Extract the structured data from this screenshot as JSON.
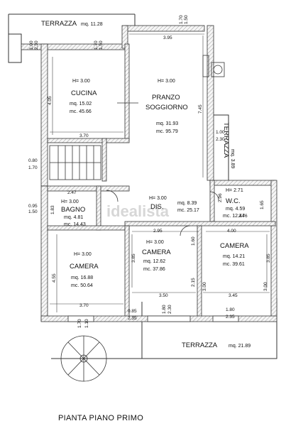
{
  "caption": "PIANTA PIANO PRIMO",
  "watermark": "idealista",
  "rooms": {
    "terrazza_top": {
      "name": "TERRAZZA",
      "area": "mq. 11.28"
    },
    "cucina": {
      "height": "H= 3.00",
      "name": "CUCINA",
      "area": "mq. 15.02",
      "volume": "mc. 45.66"
    },
    "pranzo": {
      "height": "H= 3.00",
      "name1": "PRANZO",
      "name2": "SOGGIORNO",
      "area": "mq. 31.93",
      "volume": "mc. 95.79"
    },
    "terrazza_right": {
      "name": "TERRAZZA",
      "area": "mq. 3.89"
    },
    "bagno": {
      "height": "H= 3.00",
      "name": "BAGNO",
      "area": "mq. 4.81",
      "volume": "mc. 14.43"
    },
    "dis": {
      "height": "H= 3.00",
      "name": "DIS.",
      "area": "mq. 8.39",
      "volume": "mc. 25.17"
    },
    "wc": {
      "height": "H= 2.71",
      "name": "W.C.",
      "area": "mq. 4.59",
      "volume": "mc. 12.44"
    },
    "camera_left": {
      "height": "H= 3.00",
      "name": "CAMERA",
      "area": "mq. 16.88",
      "volume": "mc. 50.64"
    },
    "camera_mid": {
      "height": "H= 3.00",
      "name": "CAMERA",
      "area": "mq. 12.62",
      "volume": "mc. 37.86"
    },
    "camera_right": {
      "name": "CAMERA",
      "area": "mq. 14.21",
      "volume": "mc. 39.61"
    },
    "terrazza_bottom": {
      "name": "TERRAZZA",
      "area": "mq. 21.89"
    }
  },
  "dims": {
    "d_2_30a": "2.30",
    "d_1_00a": "1.00",
    "d_1_70a": "1.70",
    "d_1_50a": "1.50",
    "d_1_70b": "1.70",
    "d_1_50b": "1.50",
    "d_3_95": "3.95",
    "d_4_05": "4.05",
    "d_7_45": "7.45",
    "d_3_70a": "3.70",
    "d_1_00b": "1.00",
    "d_2_30b": "2.30",
    "d_0_80": "0.80",
    "d_1_70c": "1.70",
    "d_2_47": "2.47",
    "d_2_96": "2.96",
    "d_1_65": "1.65",
    "d_0_95": "0.95",
    "d_1_50c": "1.50",
    "d_1_83": "1.83",
    "d_2_95": "2.95",
    "d_4_00": "4.00",
    "d_2_76": "2.76",
    "d_1_60": "1.60",
    "d_4_55": "4.55",
    "d_3_85a": "3.85",
    "d_3_85b": "3.85",
    "d_2_15": "2.15",
    "d_3_50": "3.50",
    "d_3_45": "3.45",
    "d_3_00a": "3.00",
    "d_3_00b": "3.00",
    "d_3_70b": "3.70",
    "d_0_85": "0.85",
    "d_2_35a": "2.35",
    "d_1_80a": "1.80",
    "d_2_30c": "2.30",
    "d_1_80b": "1.80",
    "d_2_35b": "2.35",
    "d_1_70d": "1.70",
    "d_1_10": "1.10"
  }
}
